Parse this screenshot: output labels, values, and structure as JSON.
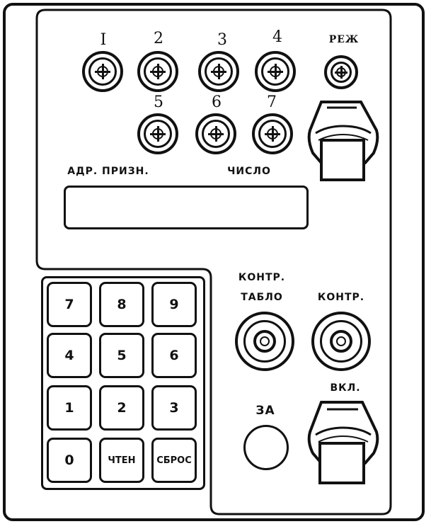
{
  "indicators": {
    "row1": [
      {
        "label": "I"
      },
      {
        "label": "2"
      },
      {
        "label": "3"
      },
      {
        "label": "4"
      }
    ],
    "row2": [
      {
        "label": "5"
      },
      {
        "label": "6"
      },
      {
        "label": "7"
      }
    ],
    "mode": {
      "label": "РЕЖ"
    }
  },
  "display": {
    "address_label": "АДР. ПРИЗН.",
    "number_label": "ЧИСЛО"
  },
  "keypad": {
    "keys": [
      "7",
      "8",
      "9",
      "4",
      "5",
      "6",
      "1",
      "2",
      "3",
      "0",
      "ЧТЕН",
      "СБРОС"
    ]
  },
  "controls": {
    "panel_check_line1": "КОНТР.",
    "panel_check_line2": "ТАБЛО",
    "check": "КОНТР.",
    "za": "ЗА",
    "power": "ВКЛ."
  }
}
